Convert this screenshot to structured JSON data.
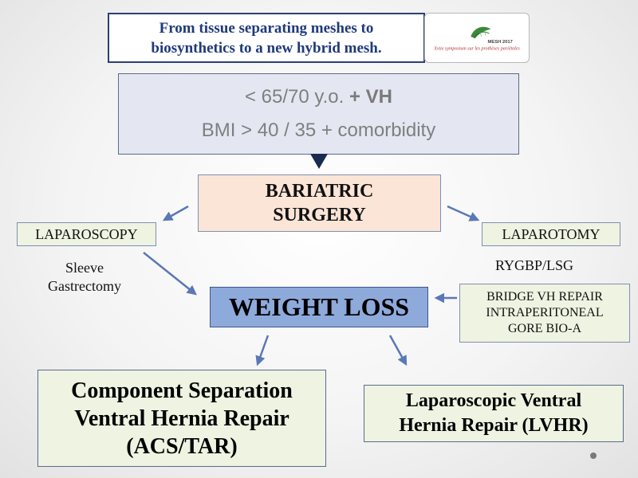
{
  "title": {
    "line1": "From tissue separating meshes to",
    "line2": "biosynthetics to a new hybrid mesh."
  },
  "logo": {
    "name": "MESH 2017",
    "tagline": "Xxiie symposium sur les prothèses pariétales"
  },
  "criteria": {
    "line1_prefix": "< 65/70 y.o.",
    "line1_bold": "+ VH",
    "line2": "BMI > 40 / 35 + comorbidity"
  },
  "bariatric": {
    "line1": "BARIATRIC",
    "line2": "SURGERY"
  },
  "laparoscopy": {
    "label": "LAPAROSCOPY",
    "procedure_line1": "Sleeve",
    "procedure_line2": "Gastrectomy"
  },
  "laparotomy": {
    "label": "LAPAROTOMY",
    "procedure": "RYGBP/LSG"
  },
  "weight_loss": {
    "label": "WEIGHT LOSS"
  },
  "bridge": {
    "line1": "BRIDGE VH REPAIR",
    "line2": "INTRAPERITONEAL",
    "line3": "GORE BIO-A"
  },
  "component": {
    "line1": "Component Separation",
    "line2": "Ventral Hernia Repair",
    "line3": "(ACS/TAR)"
  },
  "lvhr": {
    "line1": "Laparoscopic Ventral",
    "line2": "Hernia Repair (LVHR)"
  },
  "colors": {
    "title_blue": "#1f3a7a",
    "arrow": "#5b78b5",
    "weight_fill": "#8eaadb",
    "bariatric_fill": "#fbe5d6",
    "green_fill": "#eef3e2",
    "criteria_fill": "#e4e7f1"
  }
}
